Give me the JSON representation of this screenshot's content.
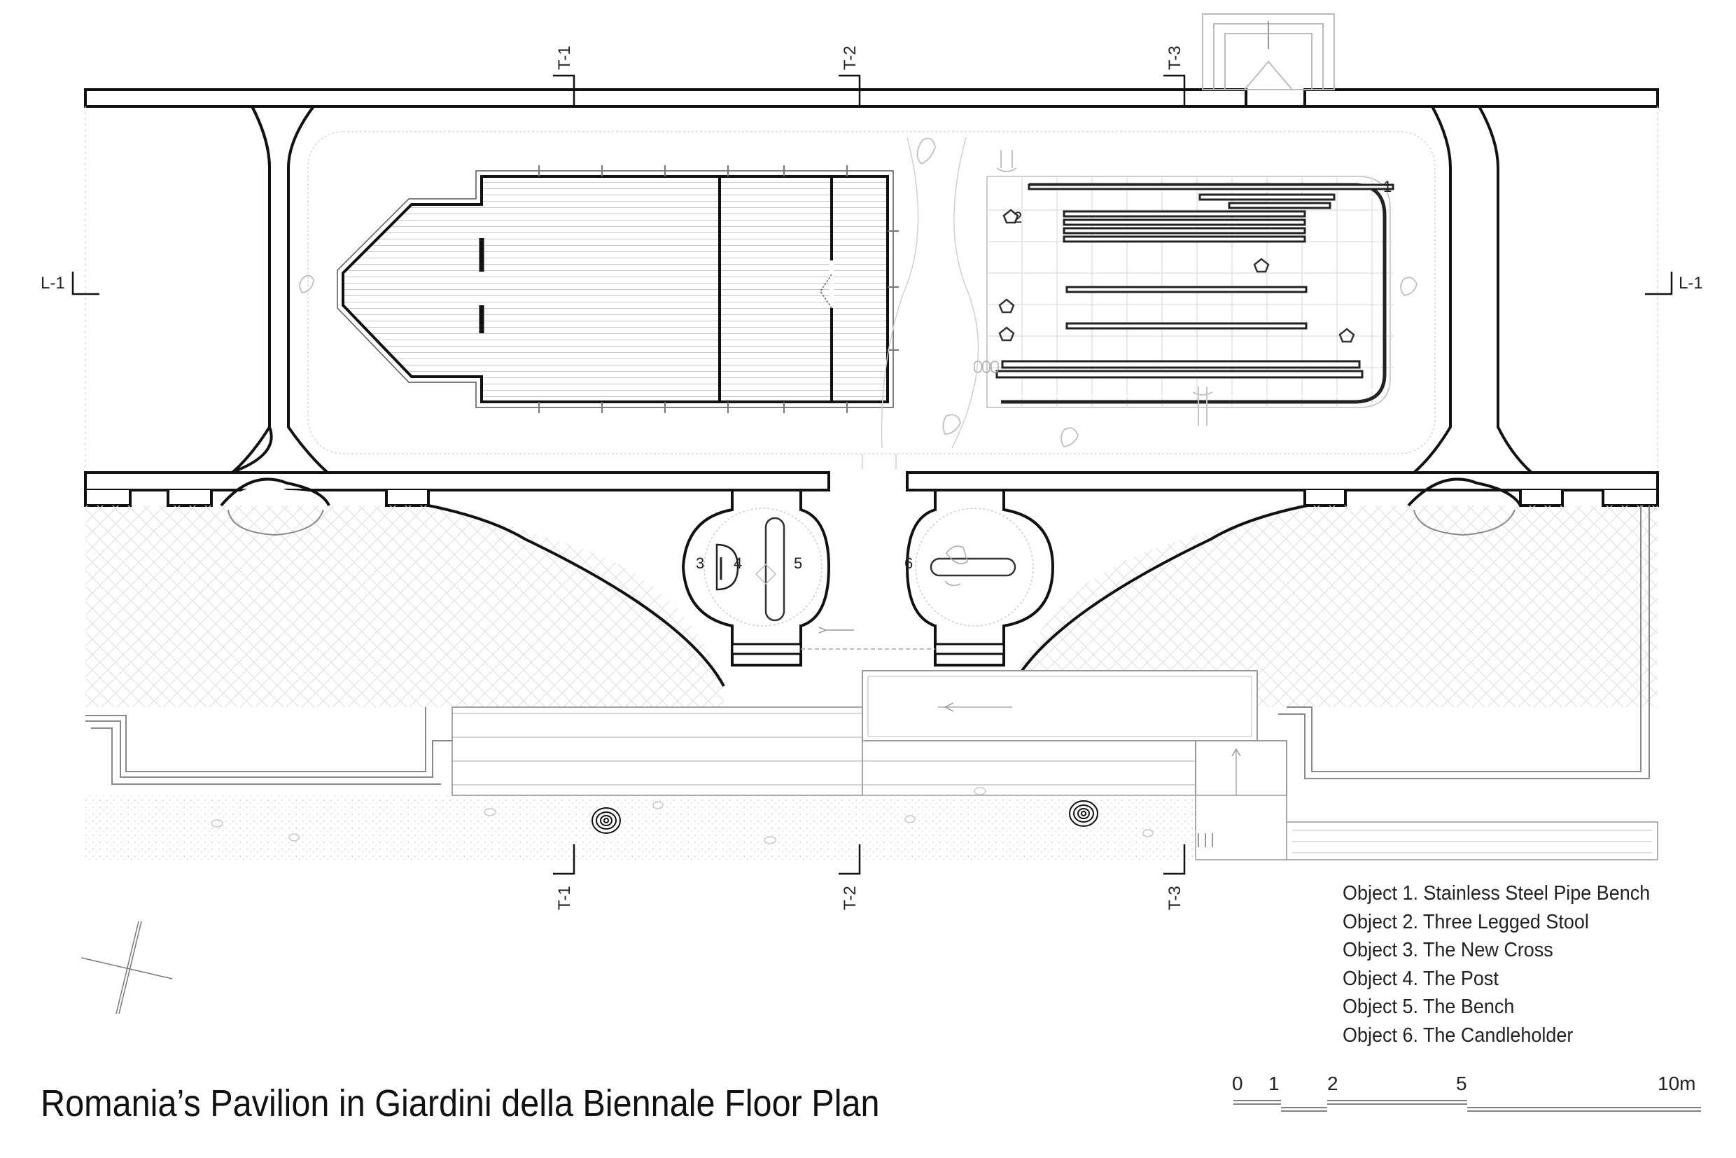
{
  "title": "Romania’s Pavilion in Giardini della Biennale Floor Plan",
  "section_marks": {
    "t1": "T-1",
    "t2": "T-2",
    "t3": "T-3",
    "l1": "L-1"
  },
  "object_tags": [
    "1",
    "2",
    "3",
    "4",
    "5",
    "6"
  ],
  "legend": [
    "Object 1. Stainless Steel Pipe Bench",
    "Object 2. Three Legged Stool",
    "Object 3. The New Cross",
    "Object 4. The Post",
    "Object 5. The Bench",
    "Object 6. The Candleholder"
  ],
  "scale_bar": {
    "labels": [
      "0",
      "1",
      "2",
      "5",
      "10m"
    ]
  }
}
